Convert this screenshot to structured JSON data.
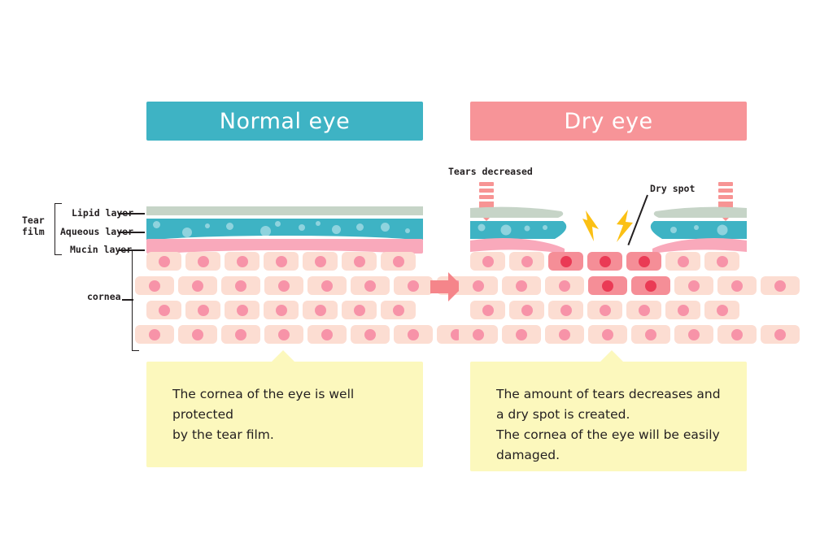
{
  "panels": {
    "normal": {
      "header": "Normal eye",
      "header_color": "#3eb3c4",
      "caption": "The cornea of the eye is well protected by the tear film.",
      "caption_lines": [
        "The cornea of the eye is well protected",
        " by the tear film."
      ]
    },
    "dry": {
      "header": "Dry eye",
      "header_color": "#f79498",
      "caption": "The amount of tears decreases and a dry spot is created. The cornea of the eye will be easily damaged.",
      "caption_lines": [
        "The amount of tears decreases and",
        "a dry spot is created.",
        "The cornea of the eye will be easily",
        "damaged."
      ]
    }
  },
  "labels": {
    "tear_film": "Tear\nfilm",
    "tear_film_line1": "Tear",
    "tear_film_line2": "film",
    "lipid_layer": "Lipid layer",
    "aqueous_layer": "Aqueous layer",
    "mucin_layer": "Mucin layer",
    "cornea": "cornea"
  },
  "annotations": {
    "tears_decreased": "Tears decreased",
    "dry_spot": "Dry spot"
  },
  "colors": {
    "lipid": "#c6d4c7",
    "aqueous": "#3eb3c4",
    "aqueous_bubble": "#8fd3de",
    "mucin": "#f9a9bb",
    "cell": "#fcddd2",
    "cell_nucleus": "#f793a8",
    "cell_damaged": "#f58e97",
    "cell_damaged_nucleus": "#ea3a55",
    "callout_bg": "#fcf8bd",
    "arrow_pink": "#f5858a",
    "tears_arrow": "#f79494",
    "bolt": "#fbc014",
    "text": "#231f20",
    "background": "#ffffff"
  },
  "icons": {
    "transition_arrow": "arrow-right-icon",
    "tears_arrow": "arrow-down-icon",
    "lightning": "lightning-bolt-icon"
  },
  "cornea": {
    "rows": 4,
    "normal_damaged_cells": [],
    "dry_damaged_cells": [
      {
        "row": 0,
        "cols": [
          2,
          3,
          4
        ]
      },
      {
        "row": 1,
        "cols": [
          3,
          4
        ]
      }
    ]
  }
}
